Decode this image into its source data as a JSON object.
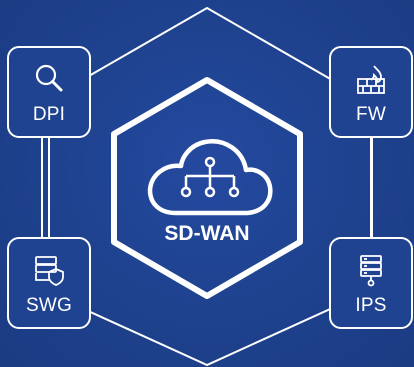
{
  "colors": {
    "background": "#1d3f86",
    "stroke": "#ffffff"
  },
  "center": {
    "label": "SD-WAN",
    "icon": "cloud-network-icon"
  },
  "nodes": [
    {
      "id": "dpi",
      "label": "DPI",
      "icon": "magnifier-icon"
    },
    {
      "id": "fw",
      "label": "FW",
      "icon": "firewall-icon"
    },
    {
      "id": "swg",
      "label": "SWG",
      "icon": "server-shield-icon"
    },
    {
      "id": "ips",
      "label": "IPS",
      "icon": "server-rack-icon"
    }
  ]
}
